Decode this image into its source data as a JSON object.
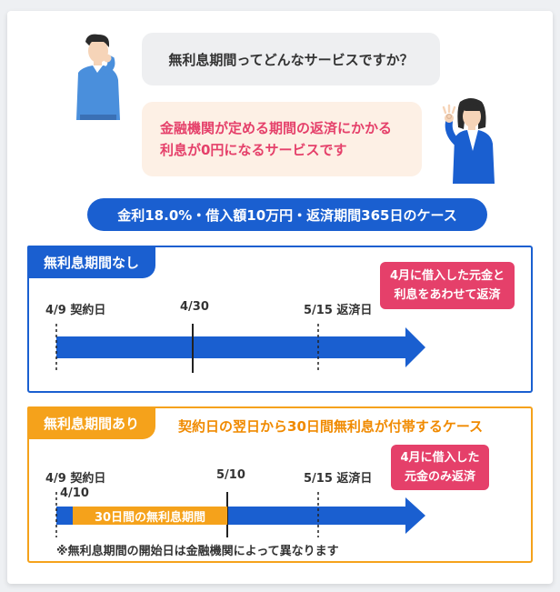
{
  "question": "無利息期間ってどんなサービスですか？",
  "answer": {
    "line1": "金融機関が定める期間の返済にかかる",
    "line2": "利息が0円になるサービスです"
  },
  "case": "金利18.0%・借入額10万円・返済期間365日のケース",
  "without": {
    "title": "無利息期間なし",
    "contract_label": "4/9 契約日",
    "mid_label": "4/30",
    "repay_label": "5/15 返済日",
    "note_line1": "4月に借入した元金と",
    "note_line2": "利息をあわせて返済"
  },
  "with": {
    "title": "無利息期間あり",
    "description": "契約日の翌日から30日間無利息が付帯するケース",
    "contract_label": "4/9 契約日",
    "start_label": "4/10",
    "end_label": "5/10",
    "repay_label": "5/15 返済日",
    "free_period": "30日間の無利息期間",
    "note_line1": "4月に借入した",
    "note_line2": "元金のみ返済",
    "footnote": "※無利息期間の開始日は金融機関によって異なります"
  },
  "colors": {
    "blue": "#1a5fd0",
    "orange": "#f5a21b",
    "pink": "#e5406a",
    "question_bg": "#eeeff1",
    "answer_bg": "#fdf0e5"
  },
  "icons": {
    "man": "thinking-man-icon",
    "woman": "ok-sign-woman-icon"
  }
}
